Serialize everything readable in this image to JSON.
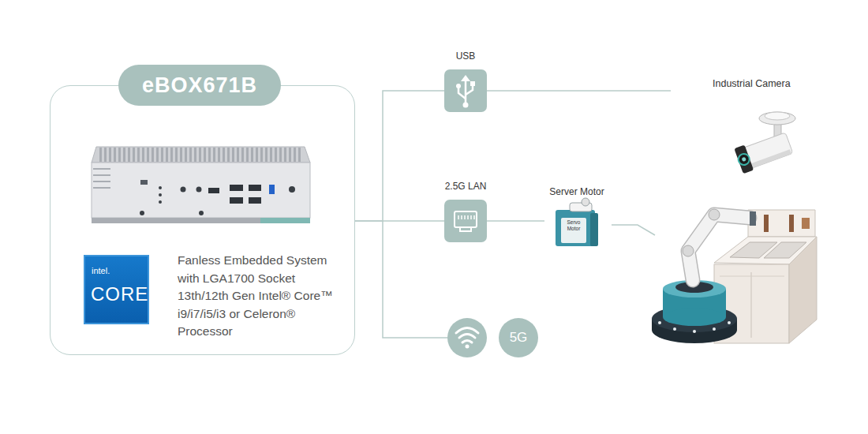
{
  "diagram": {
    "nodes": [
      {
        "text": [
          "eBOX671B",
          "Fanless Embedded System with LGA1700 Socket 13th/12th Gen Intel® Core™ i9/i7/i5/i3 or Celeron® Processor"
        ]
      },
      {
        "text": [
          "intel.",
          "CORE"
        ],
        "in": 0
      },
      {
        "text": [
          "USB"
        ]
      },
      {
        "text": [
          "Industrial Camera"
        ]
      },
      {
        "text": [
          "2.5G LAN"
        ]
      },
      {
        "text": [
          "Server Motor",
          "Servo Motor"
        ]
      },
      {
        "text": [
          "5G"
        ]
      }
    ],
    "edges": [
      {
        "from": 0,
        "to": 2,
        "arrow": "none"
      },
      {
        "from": 2,
        "to": 3,
        "arrow": "none"
      },
      {
        "from": 0,
        "to": 4,
        "arrow": "none"
      },
      {
        "from": 4,
        "to": 5,
        "arrow": "none"
      }
    ]
  }
}
